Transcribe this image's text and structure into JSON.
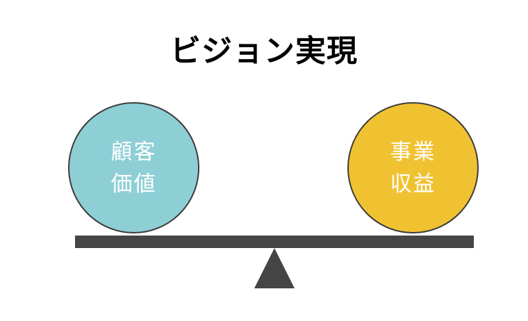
{
  "title": "ビジョン実現",
  "left_weight": {
    "line1": "顧客",
    "line2": "価値",
    "color": "#8ecfd6"
  },
  "right_weight": {
    "line1": "事業",
    "line2": "収益",
    "color": "#f0c232"
  },
  "scale_color": "#454545"
}
